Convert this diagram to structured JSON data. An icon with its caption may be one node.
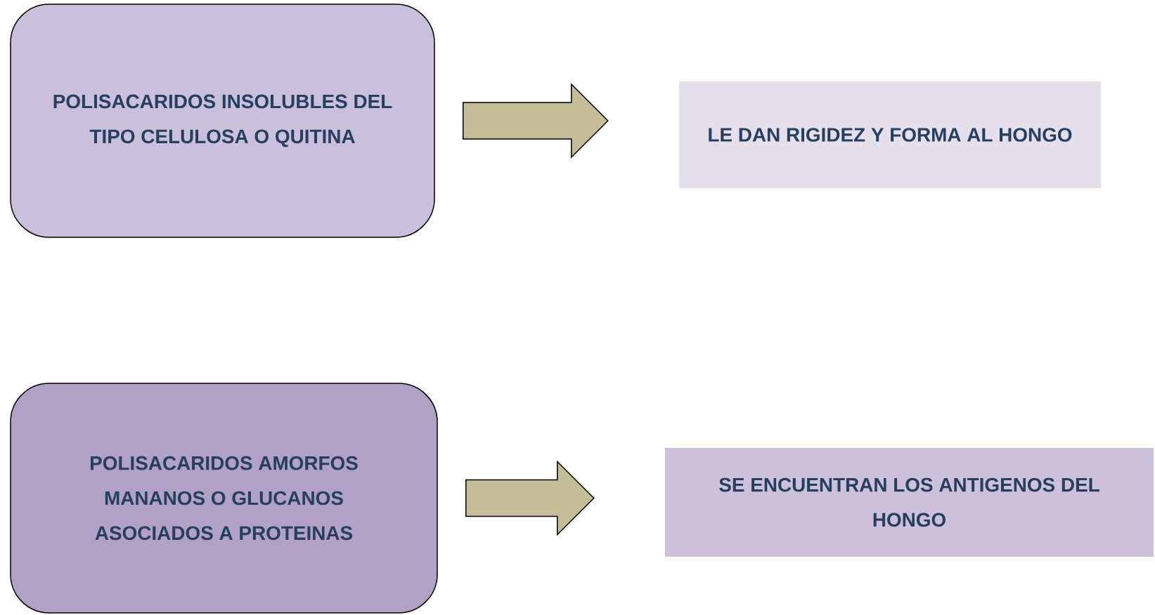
{
  "diagram": {
    "nodes": [
      {
        "text": [
          "POLISACARIDOS INSOLUBLES DEL TIPO CELULOSA O QUITINA"
        ]
      },
      {
        "text": [
          "LE DAN RIGIDEZ Y FORMA AL HONGO"
        ]
      },
      {
        "text": [
          "POLISACARIDOS AMORFOS MANANOS O GLUCANOS ASOCIADOS A PROTEINAS"
        ]
      },
      {
        "text": [
          "SE ENCUENTRAN LOS ANTIGENOS DEL HONGO"
        ]
      }
    ],
    "edges": [
      {
        "from": 0,
        "to": 1,
        "arrow": "to"
      },
      {
        "from": 2,
        "to": 3,
        "arrow": "to"
      }
    ]
  }
}
